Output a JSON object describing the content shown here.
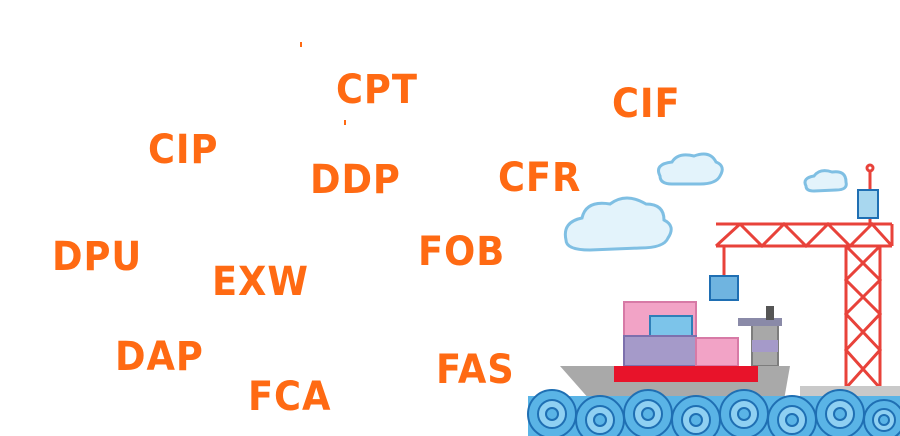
{
  "terms": {
    "cpt": "CPT",
    "cif": "CIF",
    "cip": "CIP",
    "ddp": "DDP",
    "cfr": "CFR",
    "dpu": "DPU",
    "fob": "FOB",
    "exw": "EXW",
    "dap": "DAP",
    "fas": "FAS",
    "fca": "FCA"
  },
  "colors": {
    "text": "#ff6a13",
    "crane": "#e8423a",
    "cloud": "#d6eef9",
    "cloud_outline": "#8cc7e6",
    "ship_hull": "#a9a9a9",
    "ship_stripe": "#e8132a",
    "container_pink": "#f2a3c6",
    "container_purple": "#a59ac9",
    "container_blue": "#6fb4e0",
    "wave_blue": "#5ab4e6",
    "wave_dark": "#1f6fb3"
  },
  "icons": [
    "cloud-icon",
    "crane-icon",
    "cargo-ship-icon",
    "waves-icon"
  ]
}
